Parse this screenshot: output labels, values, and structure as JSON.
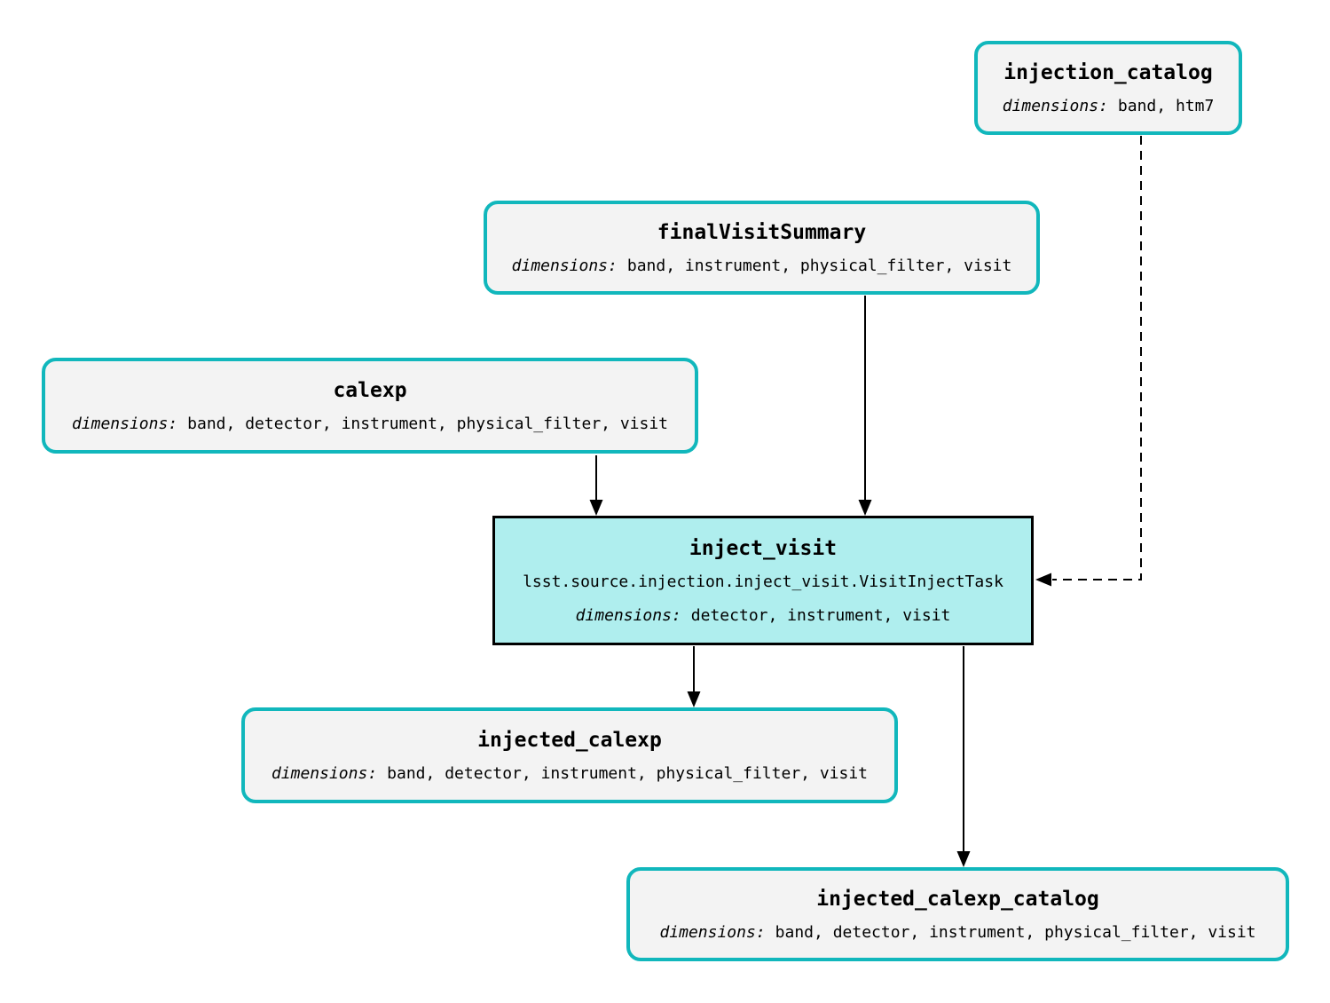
{
  "diagram": {
    "kind": "pipeline-task-graph",
    "colors": {
      "background": "#ffffff",
      "dataset_border": "#11b7bc",
      "dataset_fill": "#f3f3f3",
      "task_border": "#000000",
      "task_fill": "#afeeee",
      "edge": "#000000",
      "text": "#000000"
    },
    "nodes": [
      {
        "id": "injection_catalog",
        "kind": "dataset",
        "title": "injection_catalog",
        "dimensions_label": "dimensions:",
        "dimensions": "band, htm7"
      },
      {
        "id": "finalVisitSummary",
        "kind": "dataset",
        "title": "finalVisitSummary",
        "dimensions_label": "dimensions:",
        "dimensions": "band, instrument, physical_filter, visit"
      },
      {
        "id": "calexp",
        "kind": "dataset",
        "title": "calexp",
        "dimensions_label": "dimensions:",
        "dimensions": "band, detector, instrument, physical_filter, visit"
      },
      {
        "id": "inject_visit",
        "kind": "task",
        "title": "inject_visit",
        "task_class": "lsst.source.injection.inject_visit.VisitInjectTask",
        "dimensions_label": "dimensions:",
        "dimensions": "detector, instrument, visit"
      },
      {
        "id": "injected_calexp",
        "kind": "dataset",
        "title": "injected_calexp",
        "dimensions_label": "dimensions:",
        "dimensions": "band, detector, instrument, physical_filter, visit"
      },
      {
        "id": "injected_calexp_catalog",
        "kind": "dataset",
        "title": "injected_calexp_catalog",
        "dimensions_label": "dimensions:",
        "dimensions": "band, detector, instrument, physical_filter, visit"
      }
    ],
    "edges": [
      {
        "from": "calexp",
        "to": "inject_visit",
        "style": "solid"
      },
      {
        "from": "finalVisitSummary",
        "to": "inject_visit",
        "style": "solid"
      },
      {
        "from": "injection_catalog",
        "to": "inject_visit",
        "style": "dashed"
      },
      {
        "from": "inject_visit",
        "to": "injected_calexp",
        "style": "solid"
      },
      {
        "from": "inject_visit",
        "to": "injected_calexp_catalog",
        "style": "solid"
      }
    ]
  }
}
